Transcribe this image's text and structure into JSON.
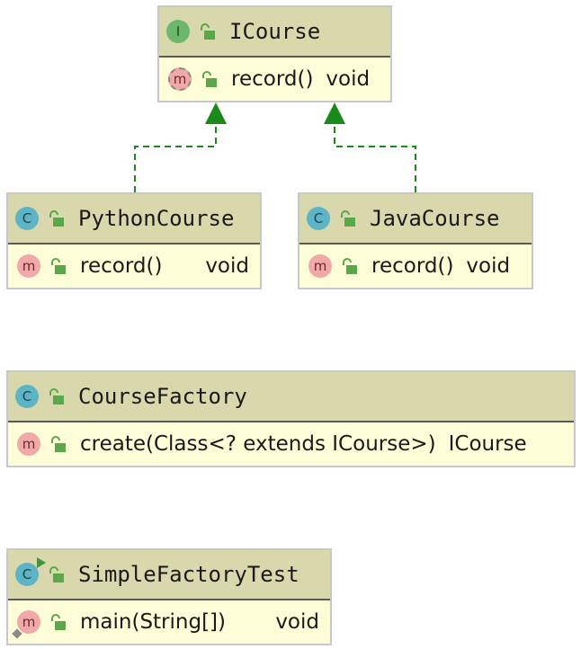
{
  "colors": {
    "header_bg": "#d9d8ac",
    "body_bg": "#fdfdd8",
    "border": "#c8c8c8",
    "arrow": "#1a8a1a",
    "interface_badge": "#6cb86a",
    "class_badge": "#5db4c4",
    "method_badge": "#f0a8a8",
    "lock_icon": "#5aa84a"
  },
  "nodes": {
    "icourse": {
      "kind_letter": "I",
      "kind_icon": "interface-icon",
      "name": "ICourse",
      "members": [
        {
          "letter": "m",
          "icon": "abstract-method-icon",
          "name": "record()",
          "type": "void"
        }
      ]
    },
    "pythoncourse": {
      "kind_letter": "C",
      "kind_icon": "class-icon",
      "name": "PythonCourse",
      "members": [
        {
          "letter": "m",
          "icon": "method-icon",
          "name": "record()",
          "type": "void"
        }
      ]
    },
    "javacourse": {
      "kind_letter": "C",
      "kind_icon": "class-icon",
      "name": "JavaCourse",
      "members": [
        {
          "letter": "m",
          "icon": "method-icon",
          "name": "record()",
          "type": "void"
        }
      ]
    },
    "coursefactory": {
      "kind_letter": "C",
      "kind_icon": "class-icon",
      "name": "CourseFactory",
      "members": [
        {
          "letter": "m",
          "icon": "method-icon",
          "name": "create(Class<? extends ICourse>)",
          "type": "ICourse"
        }
      ]
    },
    "simplefactorytest": {
      "kind_letter": "C",
      "kind_icon": "runnable-class-icon",
      "name": "SimpleFactoryTest",
      "members": [
        {
          "letter": "m",
          "icon": "static-method-icon",
          "name": "main(String[])",
          "type": "void"
        }
      ]
    }
  },
  "edges": [
    {
      "from": "pythoncourse",
      "to": "icourse",
      "relation": "implements",
      "style": "dashed"
    },
    {
      "from": "javacourse",
      "to": "icourse",
      "relation": "implements",
      "style": "dashed"
    }
  ]
}
